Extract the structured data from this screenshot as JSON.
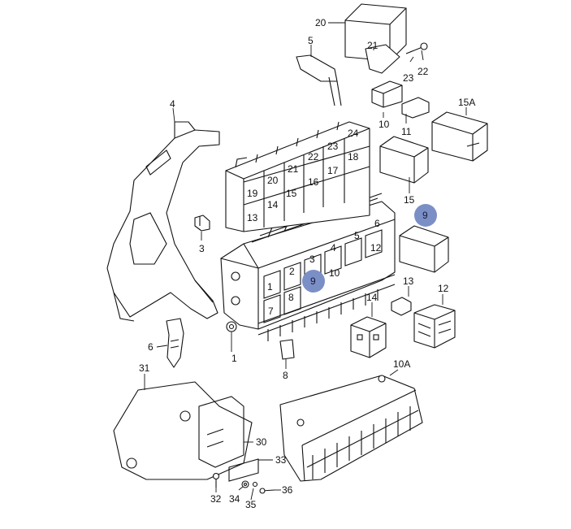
{
  "parts": [
    {
      "id": "p1",
      "label": "1"
    },
    {
      "id": "p3",
      "label": "3"
    },
    {
      "id": "p4",
      "label": "4"
    },
    {
      "id": "p5",
      "label": "5"
    },
    {
      "id": "p6",
      "label": "6"
    },
    {
      "id": "p8",
      "label": "8"
    },
    {
      "id": "p10",
      "label": "10"
    },
    {
      "id": "p10A",
      "label": "10A"
    },
    {
      "id": "p11",
      "label": "11"
    },
    {
      "id": "p12",
      "label": "12"
    },
    {
      "id": "p13",
      "label": "13"
    },
    {
      "id": "p14",
      "label": "14"
    },
    {
      "id": "p15",
      "label": "15"
    },
    {
      "id": "p15A",
      "label": "15A"
    },
    {
      "id": "p20",
      "label": "20"
    },
    {
      "id": "p21",
      "label": "21"
    },
    {
      "id": "p22",
      "label": "22"
    },
    {
      "id": "p23",
      "label": "23"
    },
    {
      "id": "p30",
      "label": "30"
    },
    {
      "id": "p31",
      "label": "31"
    },
    {
      "id": "p32",
      "label": "32"
    },
    {
      "id": "p33",
      "label": "33"
    },
    {
      "id": "p34",
      "label": "34"
    },
    {
      "id": "p35",
      "label": "35"
    },
    {
      "id": "p36",
      "label": "36"
    }
  ],
  "relay_slots": [
    "1",
    "2",
    "3",
    "4",
    "5",
    "6",
    "7",
    "8",
    "10",
    "12",
    "13",
    "14",
    "15",
    "16",
    "17",
    "18",
    "19",
    "20",
    "21",
    "22",
    "23",
    "24"
  ],
  "highlight": {
    "label": "9",
    "color": "#7b8fc7"
  }
}
